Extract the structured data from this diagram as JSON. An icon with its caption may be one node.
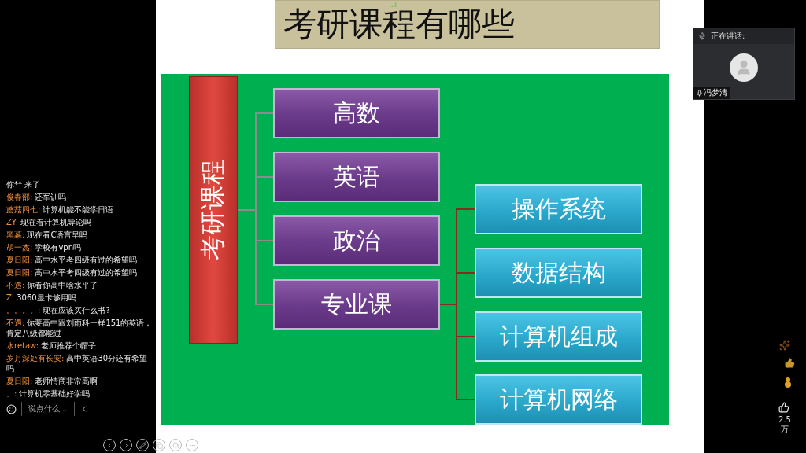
{
  "diagram": {
    "title": "考研课程有哪些",
    "nodes": [
      {
        "text": [
          "考研课程"
        ]
      },
      {
        "text": [
          "高数"
        ]
      },
      {
        "text": [
          "英语"
        ]
      },
      {
        "text": [
          "政治"
        ]
      },
      {
        "text": [
          "专业课"
        ]
      },
      {
        "text": [
          "操作系统"
        ]
      },
      {
        "text": [
          "数据结构"
        ]
      },
      {
        "text": [
          "计算机组成"
        ]
      },
      {
        "text": [
          "计算机网络"
        ]
      }
    ],
    "edges": [
      {
        "from": 0,
        "to": 1,
        "arrow": "none",
        "color": "#8c8c8c"
      },
      {
        "from": 0,
        "to": 2,
        "arrow": "none",
        "color": "#8c8c8c"
      },
      {
        "from": 0,
        "to": 3,
        "arrow": "none",
        "color": "#8c8c8c"
      },
      {
        "from": 0,
        "to": 4,
        "arrow": "none",
        "color": "#8c8c8c"
      },
      {
        "from": 4,
        "to": 5,
        "arrow": "none",
        "color": "#8b2a1c"
      },
      {
        "from": 4,
        "to": 6,
        "arrow": "none",
        "color": "#8b2a1c"
      },
      {
        "from": 4,
        "to": 7,
        "arrow": "none",
        "color": "#8b2a1c"
      },
      {
        "from": 4,
        "to": 8,
        "arrow": "none",
        "color": "#8b2a1c"
      }
    ],
    "labels": [
      "你** 来了",
      "俊春部:",
      "还军训吗",
      "蘑菇四七:",
      "计算机能不能学日语",
      "ZY:",
      "现在看计算机导论吗",
      "黑幕:",
      "现在看C语言早吗",
      "胡一杰:",
      "学校有vpn吗",
      "夏日阳:",
      "高中水平考四级有过的希望吗",
      "夏日阳:",
      "高中水平考四级有过的希望吗",
      "不遇:",
      "你看你高中啥水平了",
      "Z:",
      "3060显卡够用吗",
      "。。。。:",
      "现在应该买什么书?",
      "不遇:",
      "你要高中跟刘雨科一样151的英语，肯定八级都能过",
      "水retaw:",
      "老师推荐个帽子",
      "岁月深处有长安:",
      "高中英语30分还有希望吗",
      "夏日阳:",
      "老师情商非常高啊",
      "。:",
      "计算机零基础好学吗",
      "说点什么...",
      "正在讲话:",
      "冯梦清",
      "2.5万"
    ]
  }
}
